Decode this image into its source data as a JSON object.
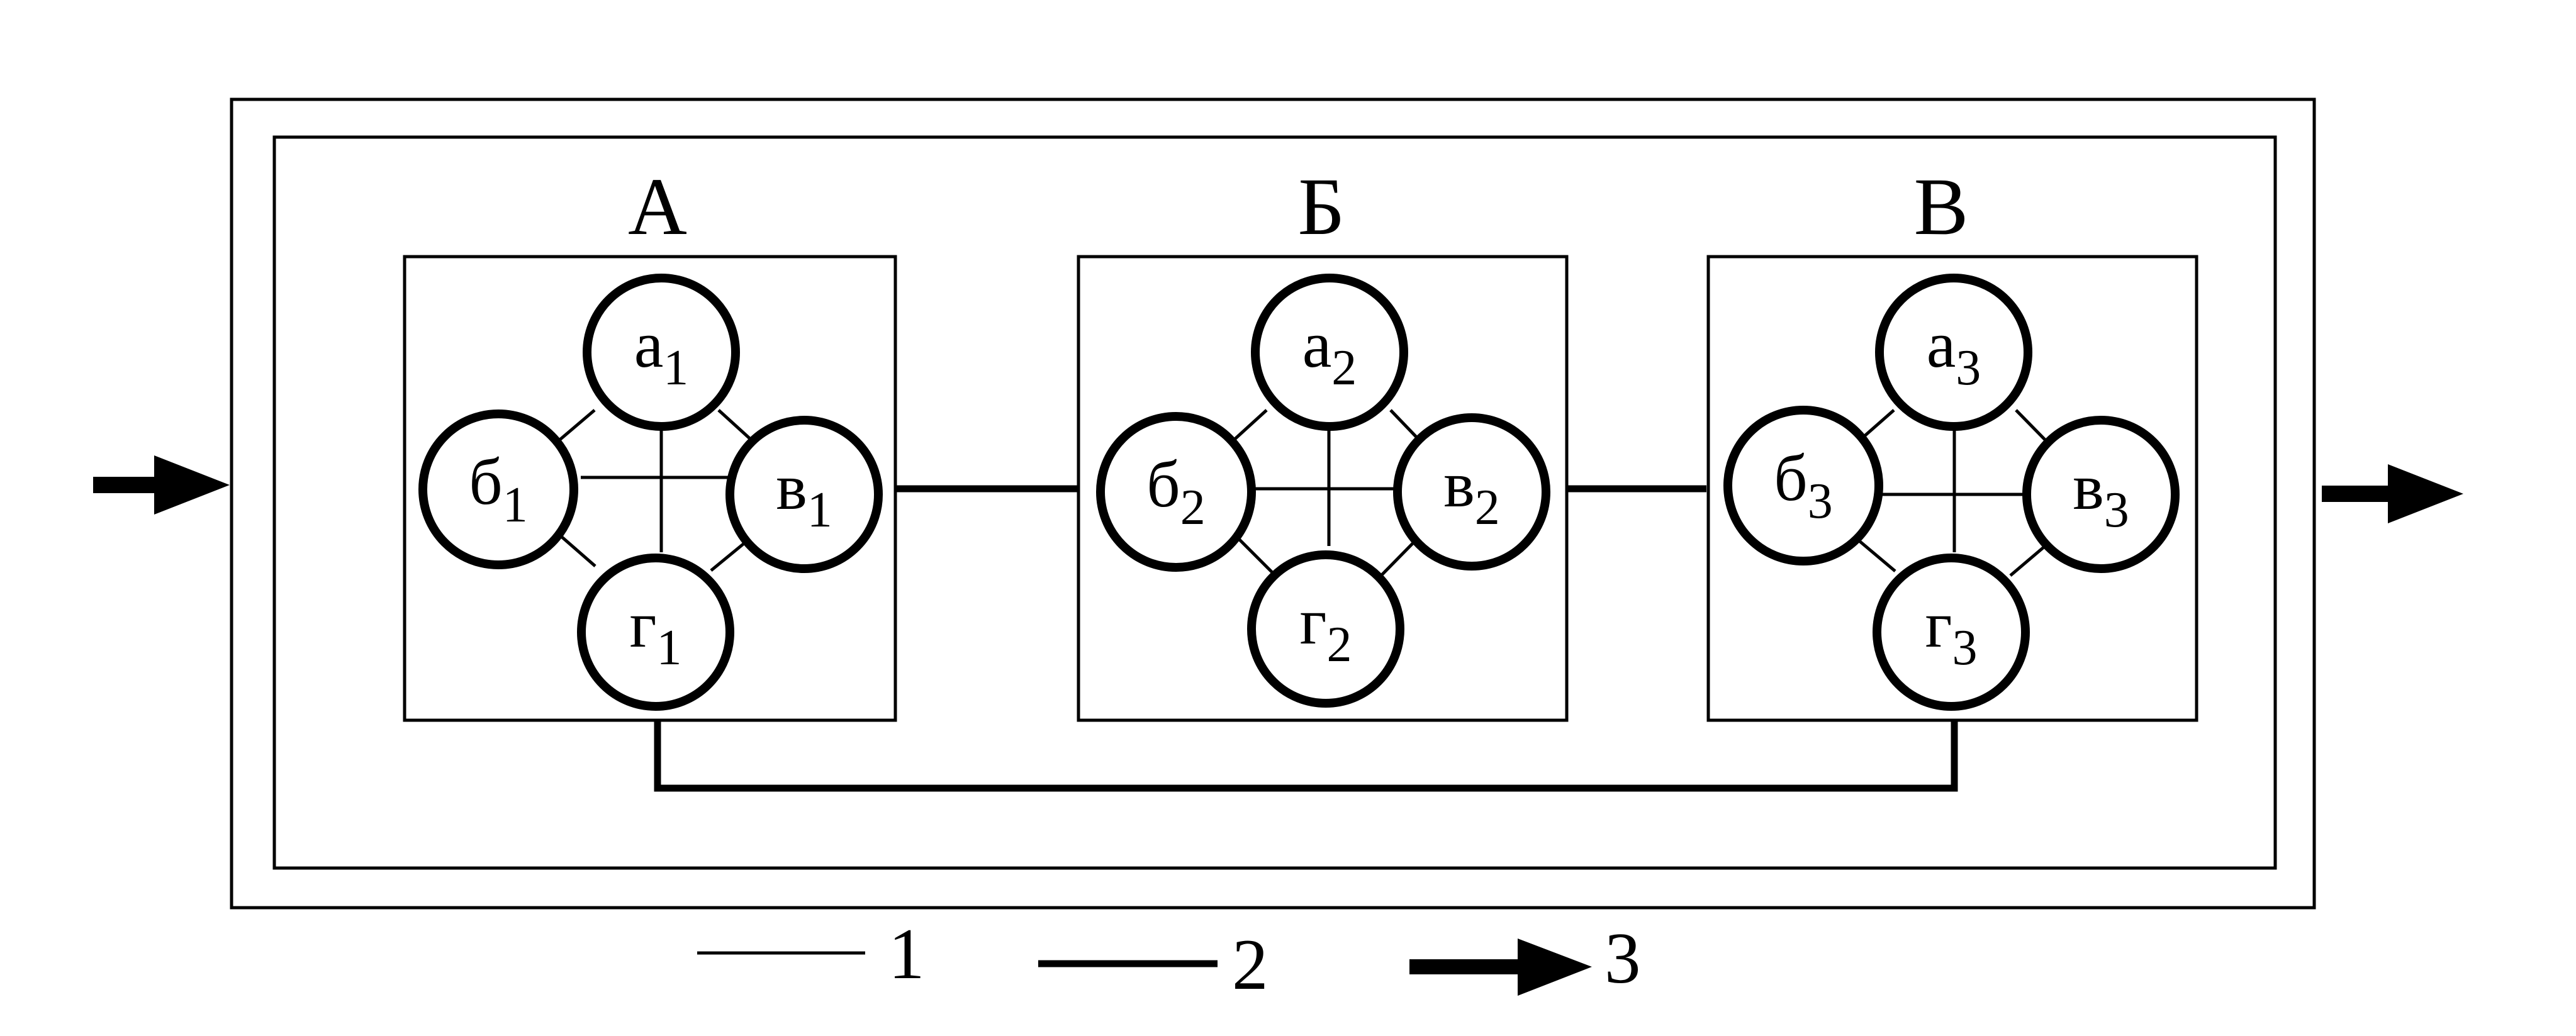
{
  "blocks": [
    {
      "title": "А",
      "nodes": {
        "top": {
          "letter": "а",
          "sub": "1"
        },
        "left": {
          "letter": "б",
          "sub": "1"
        },
        "right": {
          "letter": "в",
          "sub": "1"
        },
        "bottom": {
          "letter": "г",
          "sub": "1"
        }
      }
    },
    {
      "title": "Б",
      "nodes": {
        "top": {
          "letter": "а",
          "sub": "2"
        },
        "left": {
          "letter": "б",
          "sub": "2"
        },
        "right": {
          "letter": "в",
          "sub": "2"
        },
        "bottom": {
          "letter": "г",
          "sub": "2"
        }
      }
    },
    {
      "title": "В",
      "nodes": {
        "top": {
          "letter": "а",
          "sub": "3"
        },
        "left": {
          "letter": "б",
          "sub": "3"
        },
        "right": {
          "letter": "в",
          "sub": "3"
        },
        "bottom": {
          "letter": "г",
          "sub": "3"
        }
      }
    }
  ],
  "legend": [
    {
      "label": "1"
    },
    {
      "label": "2"
    },
    {
      "label": "3"
    }
  ],
  "colors": {
    "ink": "#000000",
    "background": "#ffffff"
  }
}
